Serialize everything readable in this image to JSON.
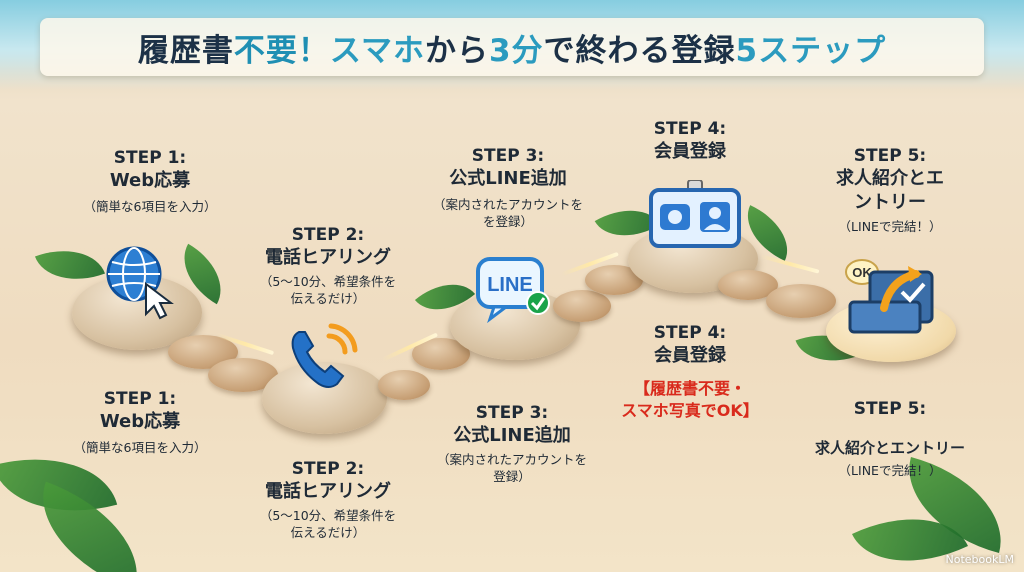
{
  "title": {
    "part1": "履歴書",
    "part2": "不要！",
    "part3": "スマホ",
    "part4": "から",
    "part5": "3分",
    "part6": "で終わる登録",
    "part7": "5ステップ"
  },
  "upper_steps": [
    {
      "num": "STEP 1:",
      "name": "Web応募",
      "desc": "（簡単な6項目を入力）"
    },
    {
      "num": "STEP 2:",
      "name": "電話ヒアリング",
      "desc1": "（5〜10分、希望条件を",
      "desc2": "伝えるだけ）"
    },
    {
      "num": "STEP 3:",
      "name": "公式LINE追加",
      "desc1": "（案内されたアカウントを",
      "desc2": "を登録）"
    },
    {
      "num": "STEP 4:",
      "name": "会員登録"
    },
    {
      "num": "STEP 5:",
      "name1": "求人紹介とエ",
      "name2": "ントリー",
      "desc": "（LINEで完結！）"
    }
  ],
  "lower_steps": [
    {
      "num": "STEP 1:",
      "name": "Web応募",
      "desc": "（簡単な6項目を入力）"
    },
    {
      "num": "STEP 2:",
      "name": "電話ヒアリング",
      "desc1": "（5〜10分、希望条件を",
      "desc2": "伝えるだけ）"
    },
    {
      "num": "STEP 3:",
      "name": "公式LINE追加",
      "desc1": "（案内されたアカウントを",
      "desc2": "登録）"
    },
    {
      "num": "STEP 4:",
      "name": "会員登録",
      "red1": "【履歴書不要・",
      "red2": "スマホ写真でOK】"
    },
    {
      "num": "STEP 5:",
      "name": "求人紹介とエントリー",
      "desc": "（LINEで完結！）"
    }
  ],
  "icons": {
    "line_text": "LINE",
    "ok_text": "OK"
  },
  "watermark": "NotebookLM",
  "colors": {
    "title_dark": "#1c3147",
    "title_accent": "#1f8fb3",
    "red_note": "#d92a1c"
  }
}
